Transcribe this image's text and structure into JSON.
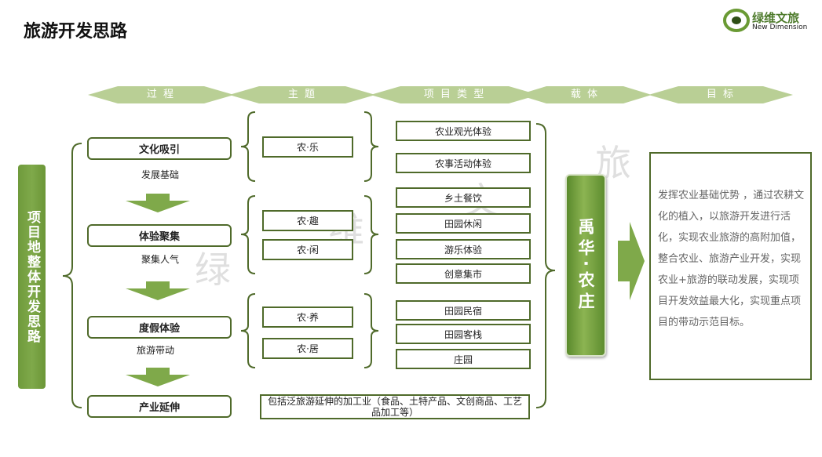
{
  "title": "旅游开发思路",
  "logo": {
    "name": "绿维文旅",
    "subtitle": "New Dimension"
  },
  "headers": [
    "过 程",
    "主 题",
    "项 目 类 型",
    "载 体",
    "目 标"
  ],
  "left_bar": "项目地整体开发思路",
  "process": [
    {
      "label": "文化吸引",
      "sub": "发展基础"
    },
    {
      "label": "体验聚集",
      "sub": "聚集人气"
    },
    {
      "label": "度假体验",
      "sub": "旅游带动"
    },
    {
      "label": "产业延伸",
      "sub": ""
    }
  ],
  "themes": [
    "农·乐",
    "农·趣",
    "农·闲",
    "农·养",
    "农·居"
  ],
  "projects": [
    "农业观光体验",
    "农事活动体验",
    "乡土餐饮",
    "田园休闲",
    "游乐体验",
    "创意集市",
    "田园民宿",
    "田园客栈",
    "庄园"
  ],
  "extension": "包括泛旅游延伸的加工业（食品、土特产品、文创商品、工艺品加工等）",
  "carrier": "禹华·农庄",
  "goal": [
    "发挥农业基础优势 ，通过农耕文化的植入，以旅游开发进行活化，实现农业旅游的高附加值，",
    "整合农业、旅游产业开发，实现农业+旅游的联动发展，实现项目开发效益最大化，实现重点项目的带动示范目标。"
  ],
  "watermark": [
    "绿",
    "维",
    "文",
    "旅"
  ],
  "colors": {
    "accent": "#7fa94a",
    "border": "#4f6a2a",
    "header": "#b9cf95"
  }
}
